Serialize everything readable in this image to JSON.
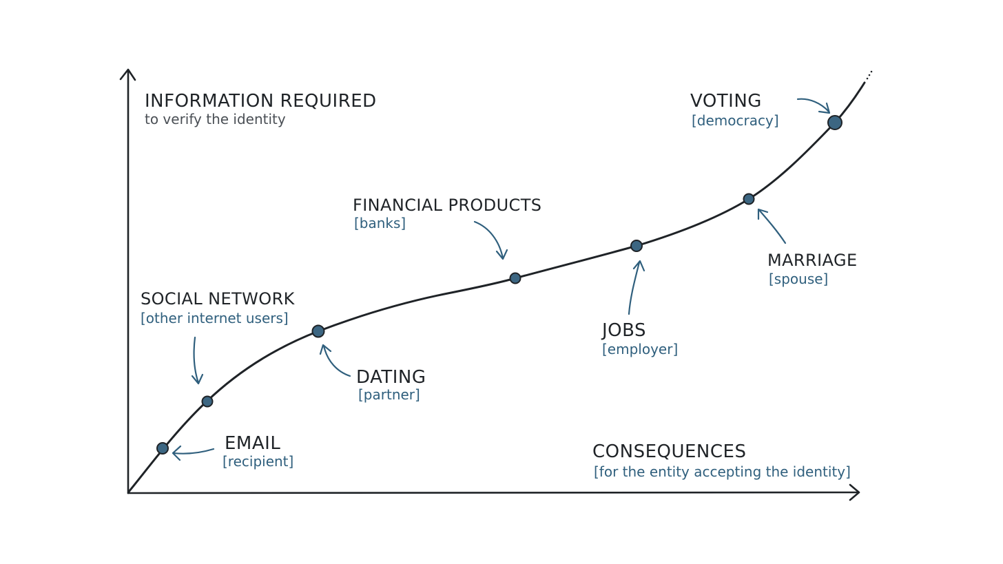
{
  "colors": {
    "ink": "#1f2327",
    "accent": "#2f5f7d",
    "point_fill": "#3c6682",
    "background": "#ffffff"
  },
  "axes": {
    "y_title": "INFORMATION REQUIRED",
    "y_subtitle": "to verify the identity",
    "x_title": "CONSEQUENCES",
    "x_subtitle": "[for the entity accepting the identity]"
  },
  "points": [
    {
      "id": "email",
      "label": "EMAIL",
      "sublabel": "[recipient]"
    },
    {
      "id": "social-network",
      "label": "SOCIAL NETWORK",
      "sublabel": "[other internet users]"
    },
    {
      "id": "dating",
      "label": "DATING",
      "sublabel": "[partner]"
    },
    {
      "id": "financial-products",
      "label": "FINANCIAL PRODUCTS",
      "sublabel": "[banks]"
    },
    {
      "id": "jobs",
      "label": "JOBS",
      "sublabel": "[employer]"
    },
    {
      "id": "marriage",
      "label": "MARRIAGE",
      "sublabel": "[spouse]"
    },
    {
      "id": "voting",
      "label": "VOTING",
      "sublabel": "[democracy]"
    }
  ]
}
